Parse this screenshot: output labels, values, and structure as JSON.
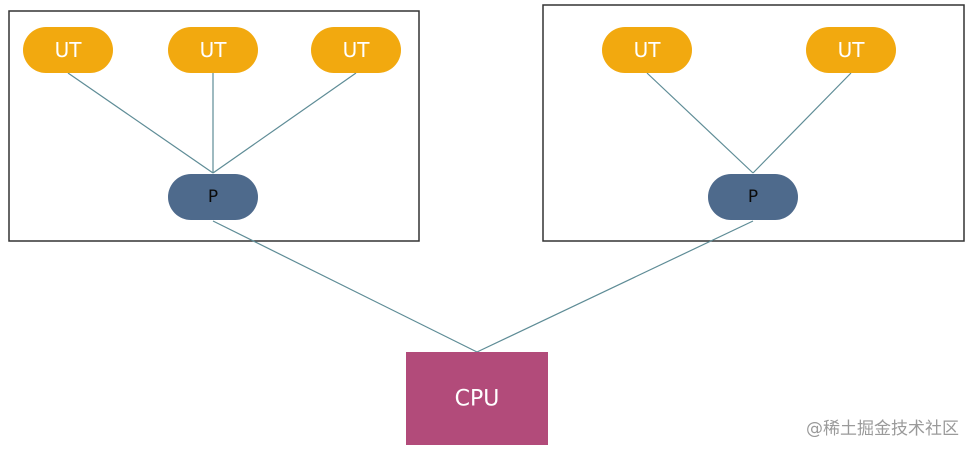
{
  "diagram": {
    "groups": [
      {
        "user_threads": [
          {
            "label": "UT"
          },
          {
            "label": "UT"
          },
          {
            "label": "UT"
          }
        ],
        "processor": {
          "label": "P"
        }
      },
      {
        "user_threads": [
          {
            "label": "UT"
          },
          {
            "label": "UT"
          }
        ],
        "processor": {
          "label": "P"
        }
      }
    ],
    "cpu": {
      "label": "CPU"
    }
  },
  "colors": {
    "user_thread": "#f2a90f",
    "processor": "#4e6a8c",
    "cpu": "#b24b7a",
    "connector": "#5e8c96"
  },
  "watermark": "@稀土掘金技术社区"
}
